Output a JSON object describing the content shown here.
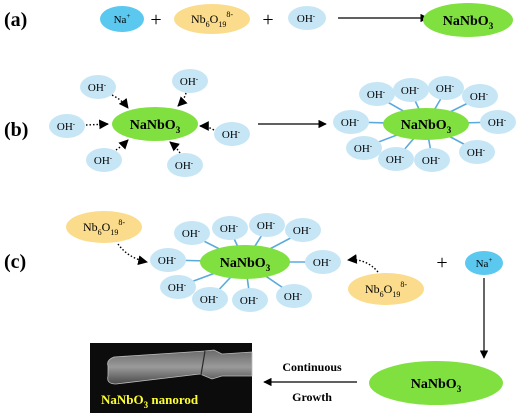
{
  "labels": {
    "a": "(a)",
    "b": "(b)",
    "c": "(c)"
  },
  "species": {
    "na_ion": "Na+",
    "niobate": "Nb6O19 8-",
    "hydroxide": "OH-",
    "product": "NaNbO3"
  },
  "operators": {
    "plus": "+"
  },
  "growth": {
    "line1": "Continuous",
    "line2": "Growth"
  },
  "micrograph": {
    "label": "NaNbO3 nanorod"
  },
  "colors": {
    "na_ion": "#5bc8ef",
    "niobate": "#fbdc8c",
    "hydroxide": "#c6e6f6",
    "product": "#80e040",
    "bond": "#5aaadd",
    "micrograph_bg": "#0c0c0c"
  }
}
